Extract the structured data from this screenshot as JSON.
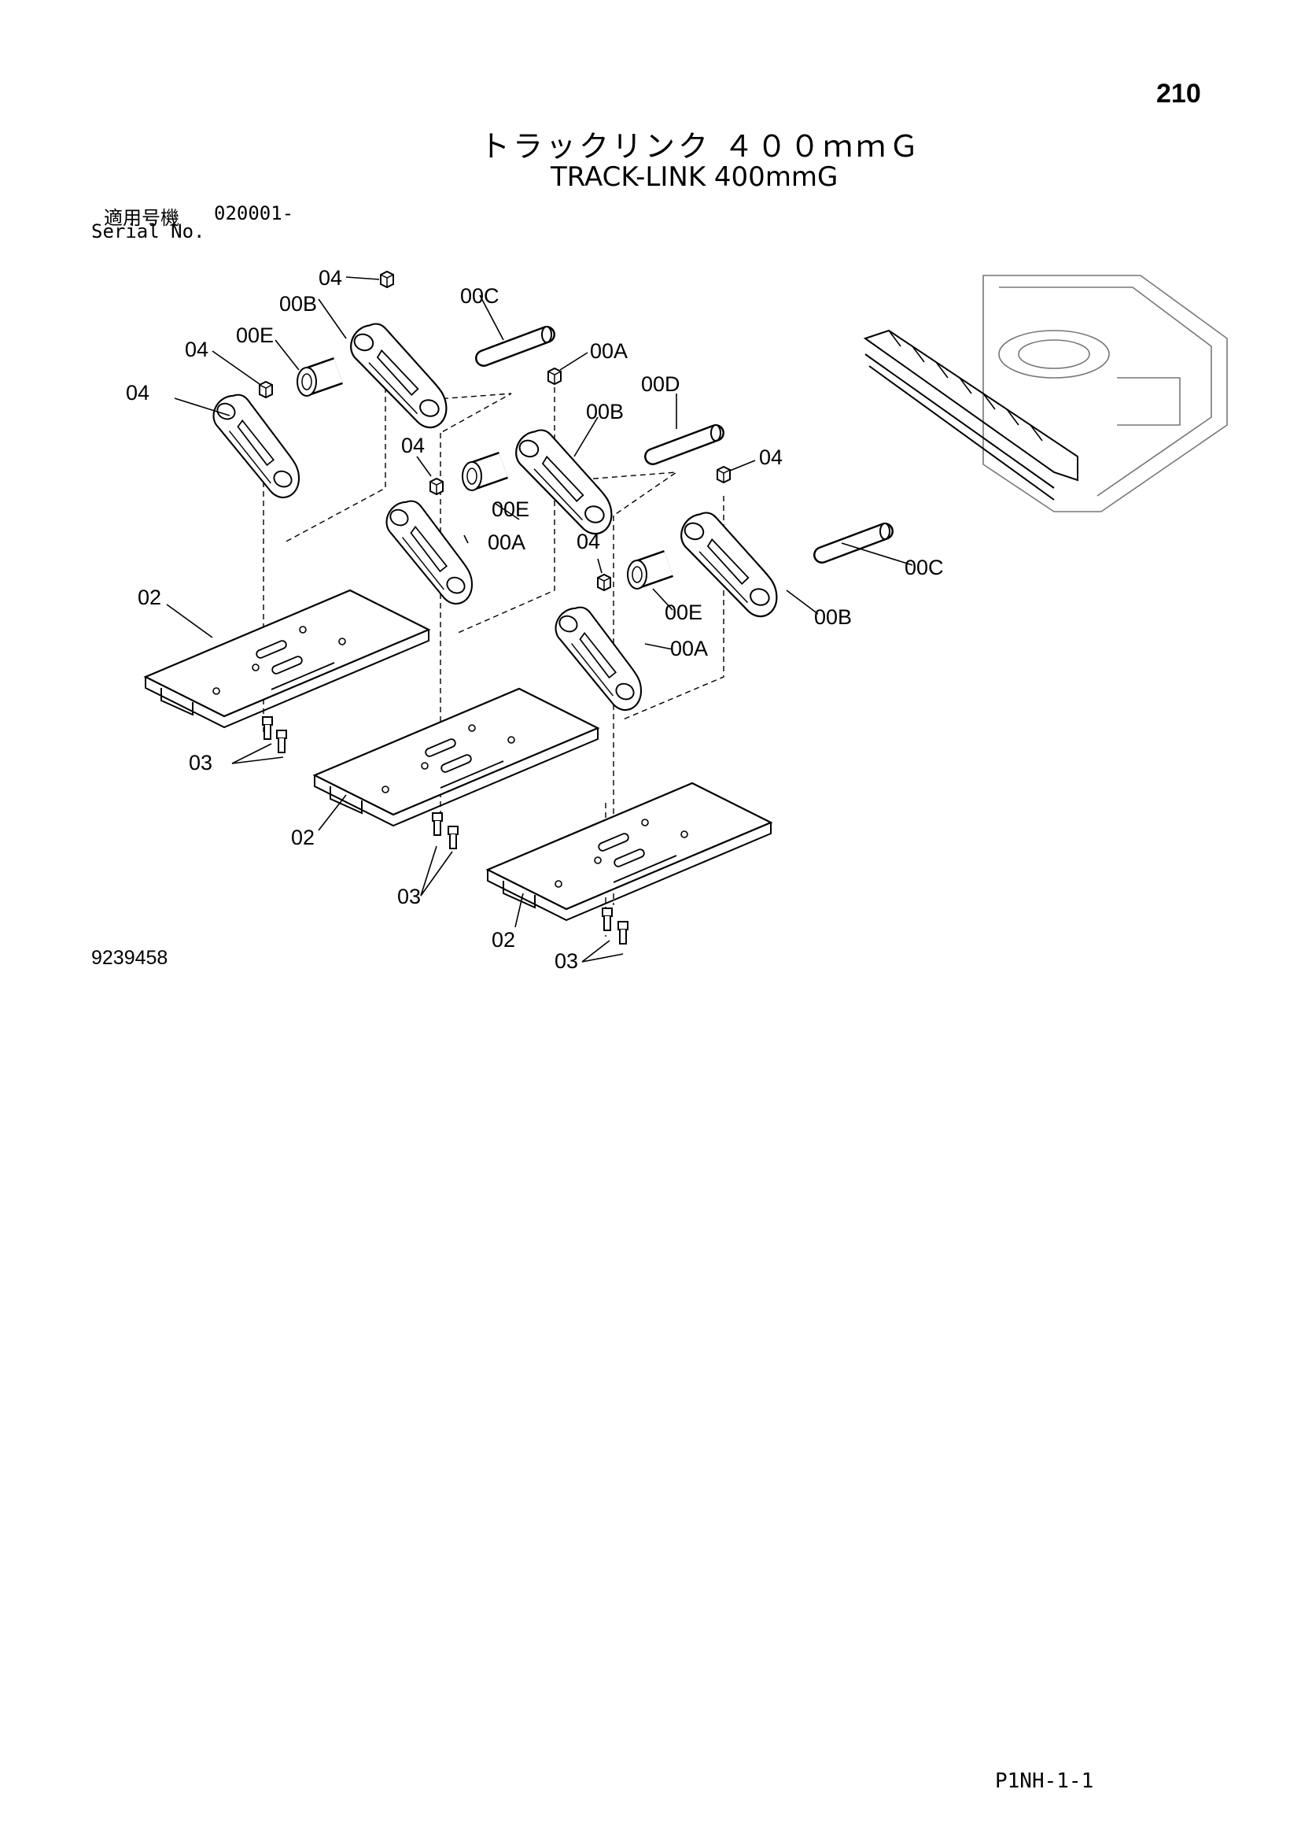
{
  "page_number": "210",
  "title_jp": "トラックリンク ４００ｍｍＧ",
  "title_en": "TRACK-LINK 400mmG",
  "serial_label_jp": "適用号機",
  "serial_label_en": "Serial No.",
  "serial_number": "020001-",
  "drawing_number": "9239458",
  "footer_code": "P1NH-1-1",
  "callouts": [
    {
      "text": "04"
    },
    {
      "text": "00B"
    },
    {
      "text": "00C"
    },
    {
      "text": "04"
    },
    {
      "text": "00E"
    },
    {
      "text": "04"
    },
    {
      "text": "00A"
    },
    {
      "text": "00D"
    },
    {
      "text": "00B"
    },
    {
      "text": "04"
    },
    {
      "text": "04"
    },
    {
      "text": "00E"
    },
    {
      "text": "00A"
    },
    {
      "text": "04"
    },
    {
      "text": "00C"
    },
    {
      "text": "02"
    },
    {
      "text": "00E"
    },
    {
      "text": "00B"
    },
    {
      "text": "00A"
    },
    {
      "text": "03"
    },
    {
      "text": "02"
    },
    {
      "text": "03"
    },
    {
      "text": "02"
    },
    {
      "text": "03"
    }
  ]
}
